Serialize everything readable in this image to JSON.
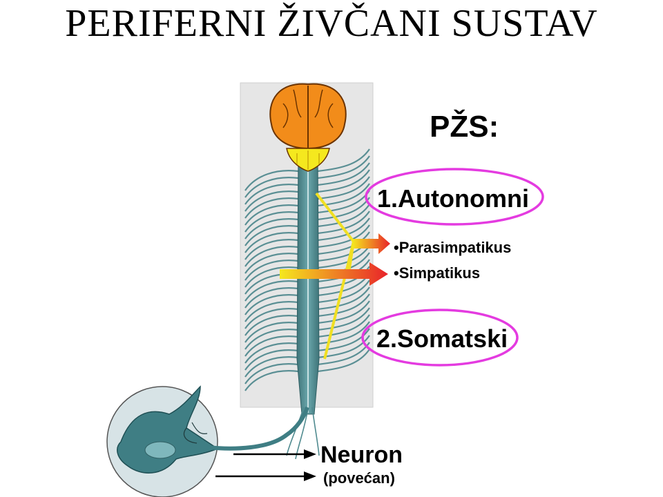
{
  "title": "PERIFERNI ŽIVČANI SUSTAV",
  "diagram": {
    "heading": "PŽS:",
    "item1": "1.Autonomni",
    "sub1": "•Parasimpatikus",
    "sub2": "•Simpatikus",
    "item2": "2.Somatski",
    "neuron_label": "Neuron",
    "neuron_sublabel": "(povećan)"
  },
  "colors": {
    "panel": "#e6e6e6",
    "nerve": "#4f8a8f",
    "brain": "#f28c1a",
    "brain_outline": "#6b3300",
    "cerebellum": "#f5e81e",
    "highlight_ellipse": "#e43be0",
    "arrow_start": "#f5e81e",
    "arrow_end": "#e8232a",
    "neuron_circle": "#d7e3e6"
  },
  "icons": [
    "brain-icon",
    "spinal-cord-icon",
    "neuron-icon",
    "arrow-right-icon"
  ]
}
